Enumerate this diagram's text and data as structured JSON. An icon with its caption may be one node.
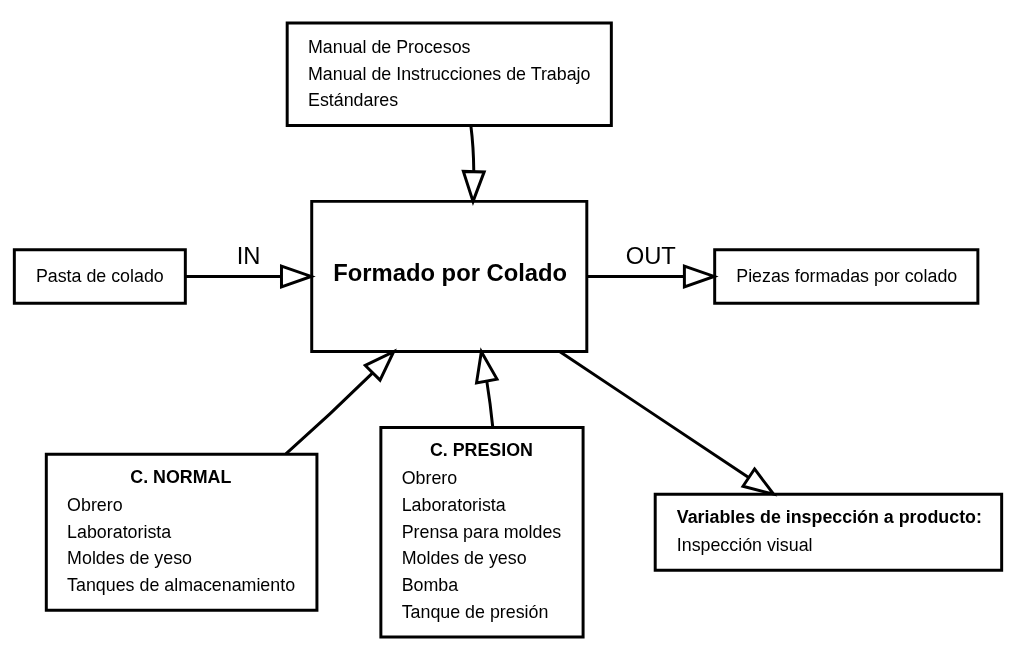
{
  "diagram": {
    "nodes": [
      {
        "text": [
          "Manual de Procesos",
          "Manual de Instrucciones de Trabajo",
          "Estándares"
        ]
      },
      {
        "text": [
          "Pasta de colado"
        ]
      },
      {
        "text": [
          "Formado por Colado"
        ]
      },
      {
        "text": [
          "Piezas formadas por colado"
        ]
      },
      {
        "text": [
          "Variables de inspección a producto:",
          "Inspección visual"
        ]
      },
      {
        "text": [
          "C. NORMAL",
          "Obrero",
          "Laboratorista",
          "Moldes de yeso",
          "Tanques de almacenamiento"
        ]
      },
      {
        "text": [
          "C. PRESION",
          "Obrero",
          "Laboratorista",
          "Prensa para moldes",
          "Moldes de yeso",
          "Bomba",
          "Tanque de presión"
        ]
      }
    ],
    "edges": [
      {
        "from": 0,
        "to": 2,
        "arrow": "to"
      },
      {
        "from": 1,
        "to": 2,
        "arrow": "to",
        "label": "IN"
      },
      {
        "from": 5,
        "to": 2,
        "arrow": "to"
      },
      {
        "from": 6,
        "to": 2,
        "arrow": "to"
      },
      {
        "from": 2,
        "to": 3,
        "arrow": "to",
        "label": "OUT"
      },
      {
        "from": 2,
        "to": 4,
        "arrow": "to"
      }
    ]
  }
}
